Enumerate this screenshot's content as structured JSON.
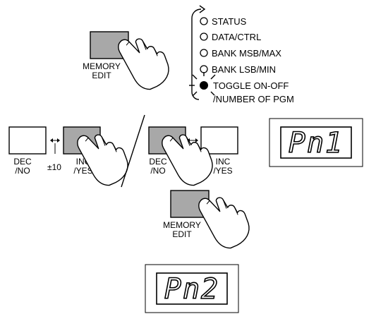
{
  "colors": {
    "key_fill": "#a8a8a8",
    "key_fill_off": "#ffffff",
    "ink": "#000000"
  },
  "menu": {
    "items": [
      "STATUS",
      "DATA/CTRL",
      "BANK MSB/MAX",
      "BANK LSB/MIN",
      "TOGGLE ON-OFF",
      "/NUMBER OF PGM"
    ]
  },
  "keys": {
    "memory_edit_line1": "MEMORY",
    "memory_edit_line2": "EDIT",
    "dec_line1": "DEC",
    "dec_line2": "/NO",
    "inc_line1": "INC",
    "inc_line2": "/YES",
    "step": "±10"
  },
  "displays": {
    "first": "Pn1",
    "second": "Pn2"
  },
  "icons": [
    "pointing-hand-icon",
    "cycle-arrow-icon",
    "led-blink-icon",
    "double-arrow-icon"
  ]
}
